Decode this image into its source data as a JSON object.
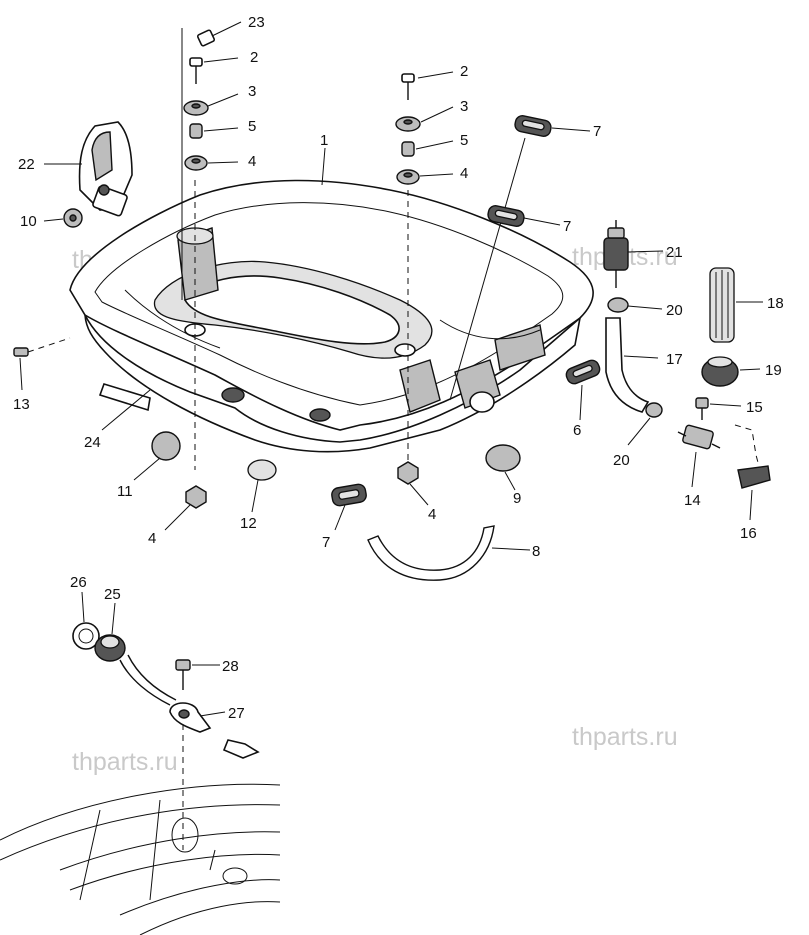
{
  "watermark": "thparts.ru",
  "callouts": [
    "23",
    "2",
    "3",
    "5",
    "4",
    "2",
    "3",
    "5",
    "4",
    "1",
    "7",
    "7",
    "21",
    "20",
    "18",
    "17",
    "19",
    "15",
    "20",
    "6",
    "14",
    "16",
    "22",
    "10",
    "13",
    "24",
    "11",
    "12",
    "4",
    "7",
    "4",
    "9",
    "8",
    "26",
    "25",
    "28",
    "27"
  ]
}
